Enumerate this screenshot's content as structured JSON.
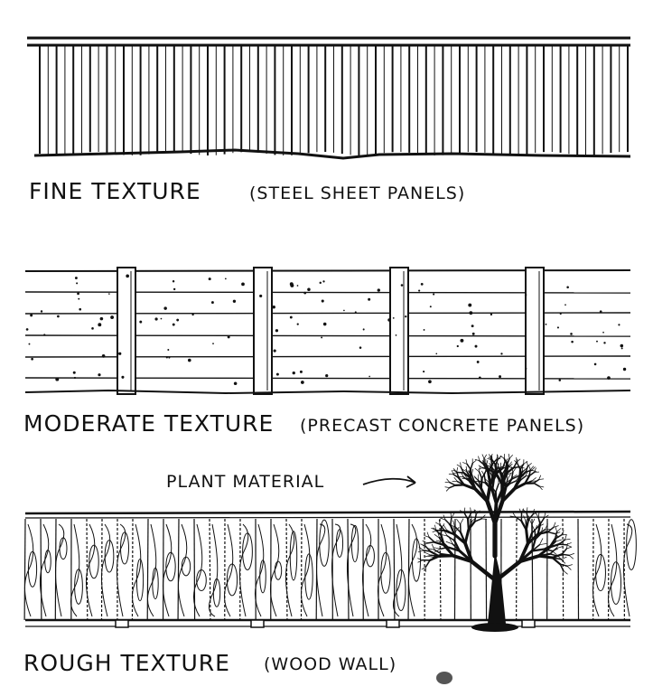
{
  "fine": {
    "label": "FINE TEXTURE",
    "note": "(STEEL SHEET PANELS)"
  },
  "moderate": {
    "label": "MODERATE TEXTURE",
    "note": "(PRECAST CONCRETE PANELS)"
  },
  "rough": {
    "label": "ROUGH TEXTURE",
    "note": "(WOOD WALL)",
    "plant_label": "PLANT MATERIAL"
  },
  "colors": {
    "ink": "#111111",
    "paper": "#ffffff"
  }
}
